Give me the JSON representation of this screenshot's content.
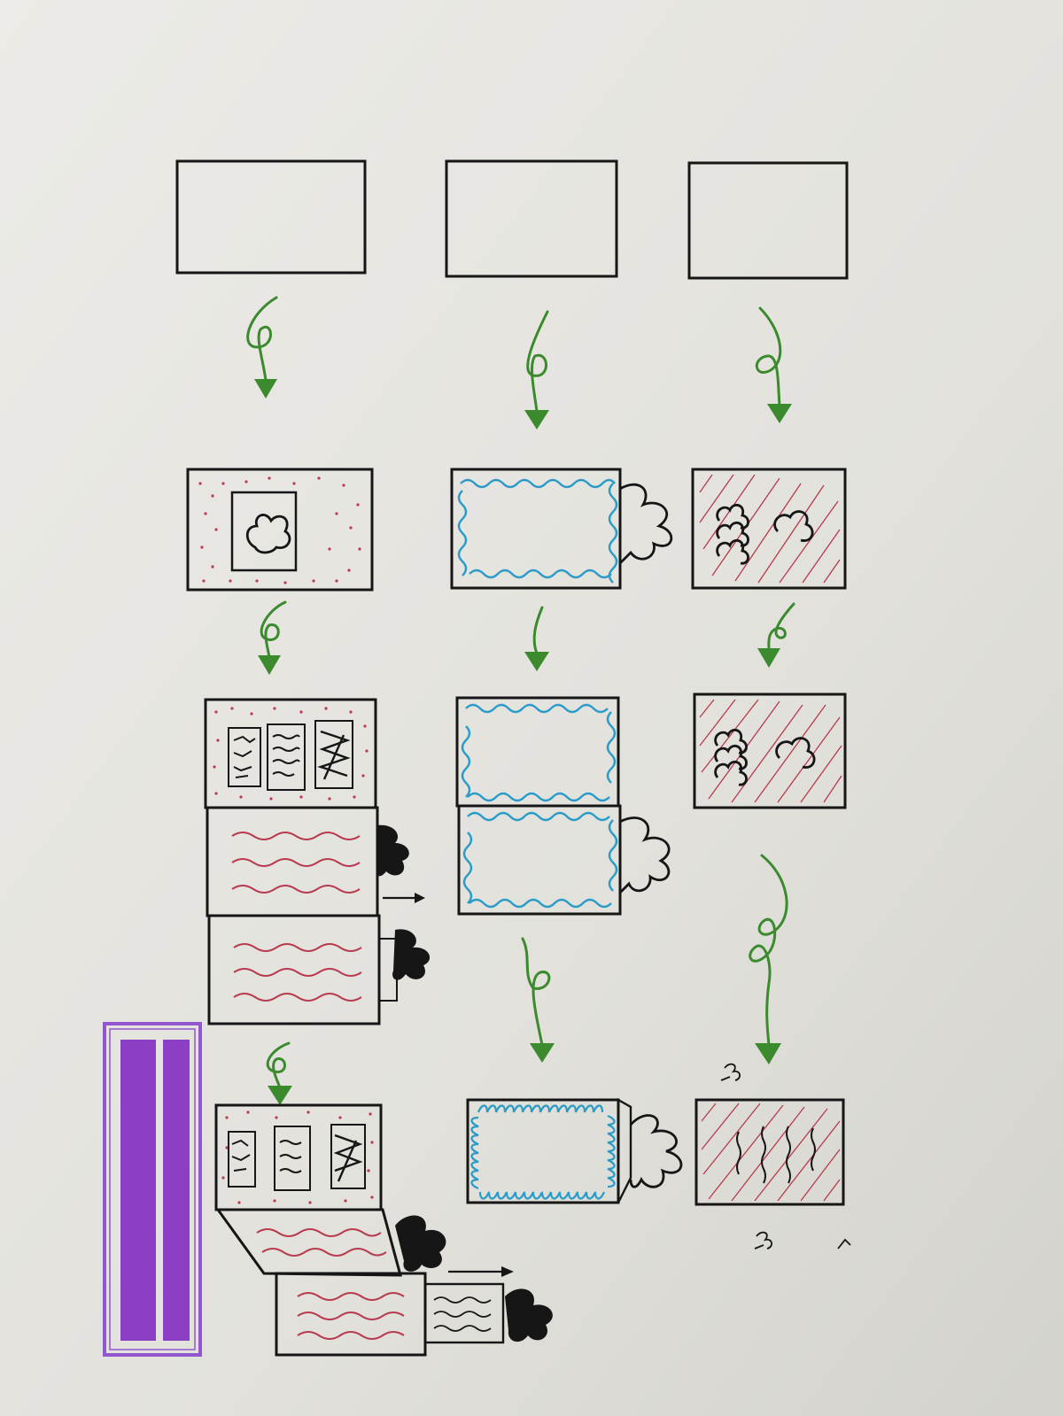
{
  "colors": {
    "paper": "#e4e3df",
    "ink": "#161616",
    "arrow": "#3b8a2e",
    "red_ink": "#b83a4e",
    "blue_ink": "#2a9cc8",
    "purple": "#8a3fc4",
    "purple_frame": "#9257d0"
  },
  "columns": [
    {
      "id": "left",
      "stages": [
        "blank-rectangle",
        "dotted-frame-with-blob-window",
        "tri-fold-brochure-unfolded",
        "tri-fold-brochure-folding"
      ],
      "arrows": 3
    },
    {
      "id": "middle",
      "stages": [
        "blank-rectangle",
        "blue-scribble-border-card-with-tab",
        "blue-scribble-two-panel-card",
        "blue-loop-border-card-with-tab"
      ],
      "arrows": 3
    },
    {
      "id": "right",
      "stages": [
        "blank-rectangle",
        "red-hatched-card-with-blobs",
        "red-hatched-card-with-blobs-small",
        "red-hatched-card-with-text-lines"
      ],
      "arrows": 3
    }
  ],
  "extras": [
    "purple-two-bar-tray"
  ],
  "icons": [
    "green-loop-arrow-icon",
    "ink-blob-icon",
    "black-arrow-icon"
  ]
}
